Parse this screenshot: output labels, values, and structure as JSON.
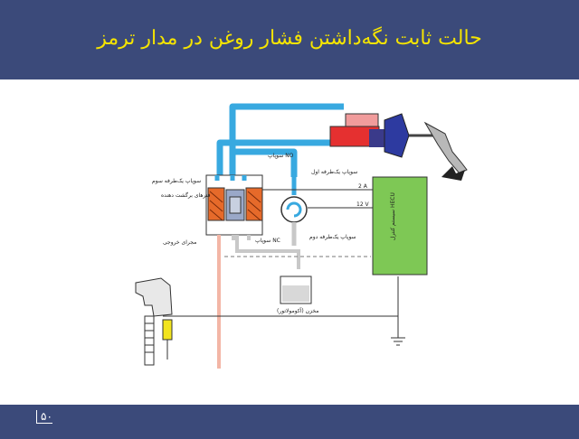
{
  "slide": {
    "title": "حالت ثابت نگه‌داشتن فشار روغن در مدار ترمز",
    "page_number": "۵۰"
  },
  "diagram": {
    "labels": {
      "valve_no": "سوپاپ NO",
      "valve_nc": "سوپاپ NC",
      "three_way_valve": "سوپاپ یک‌طرفه سوم",
      "return_springs": "فنرهای برگشت دهنده",
      "outlet_channel": "مجرای خروجی",
      "check_valve_1": "سوپاپ یک‌طرفه اول",
      "check_valve_2": "سوپاپ یک‌طرفه دوم",
      "reservoir": "مخزن (آکومولاتور)",
      "hecu": "سیستم کنترل HECU",
      "current_2a": "2 A",
      "voltage_12v": "12 V"
    }
  }
}
